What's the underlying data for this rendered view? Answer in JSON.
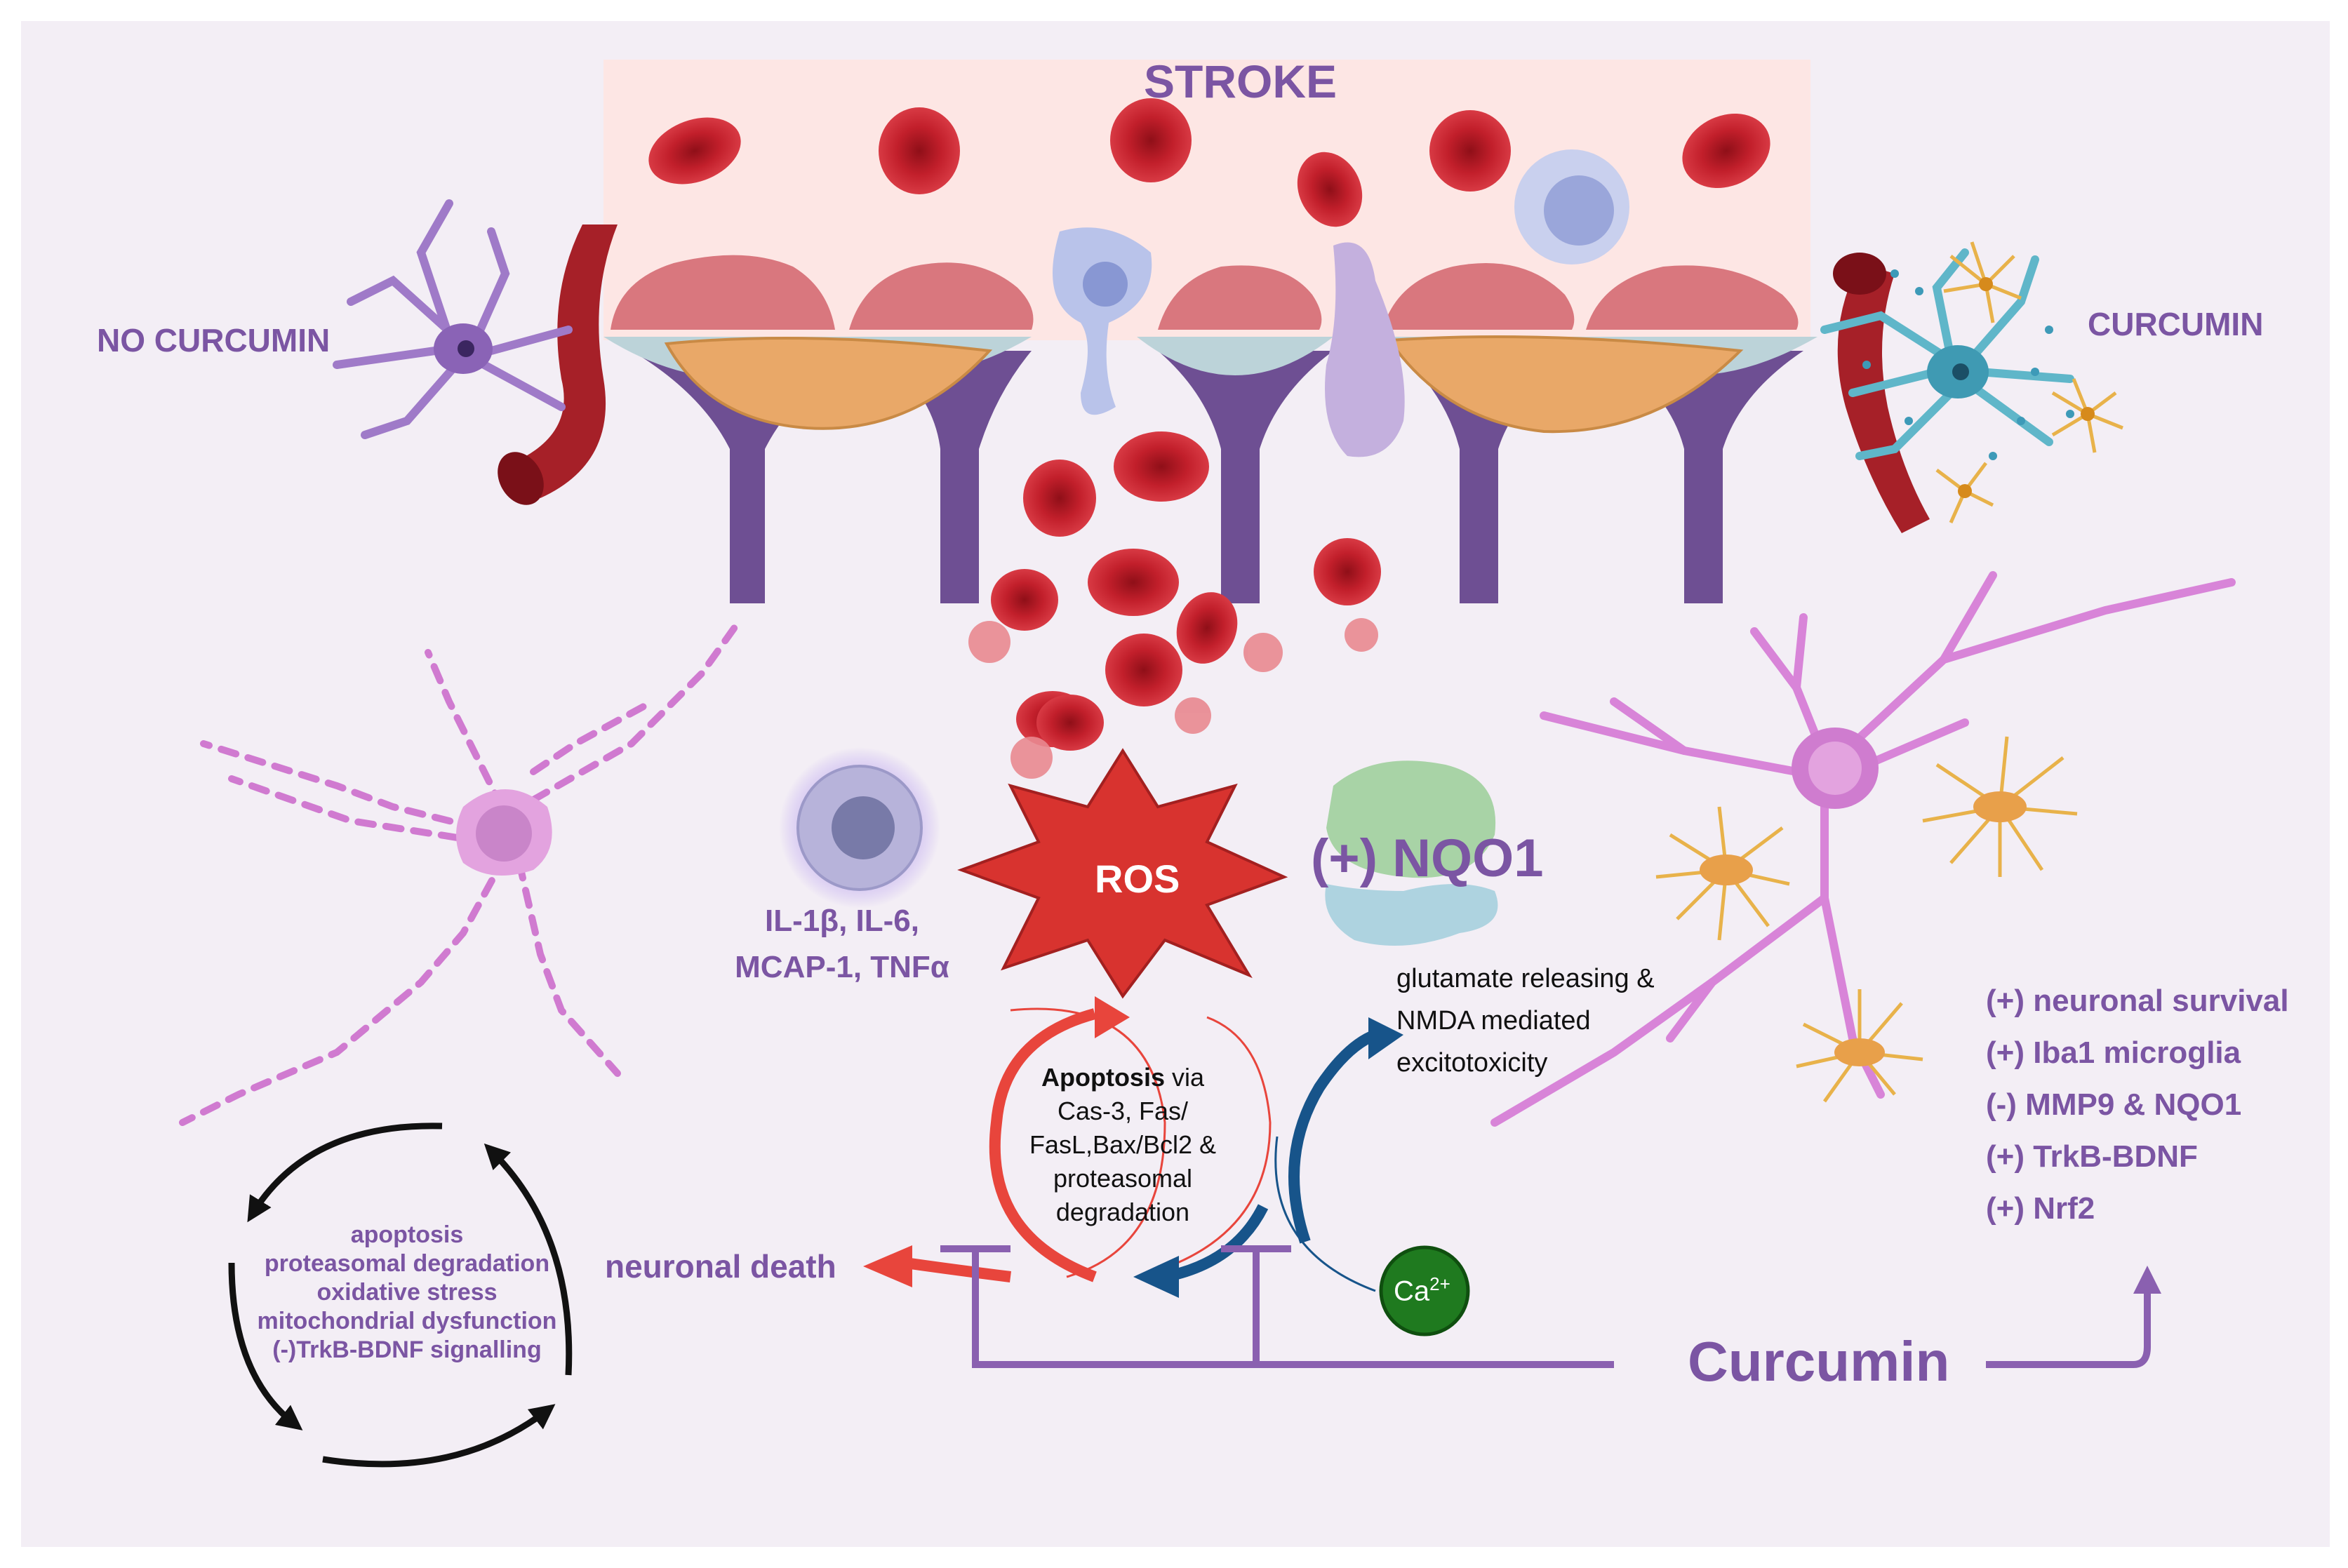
{
  "colors": {
    "background": "#f3eef5",
    "stroke_zone": "#fde6e4",
    "purple_text": "#7b55a3",
    "red_cell": "#c9202c",
    "arrow_red": "#e8453c",
    "arrow_blue": "#17548a",
    "calcium": "#1f7a1f",
    "neuron_pink": "#d07ad0",
    "astrocyte": "#e8b24a",
    "microglia_blue": "#5fb6c9"
  },
  "title": "STROKE",
  "left_label": "NO CURCUMIN",
  "right_label": "CURCUMIN",
  "ros": "ROS",
  "nqo1": "(+) NQO1",
  "cytokines": [
    "IL-1β, IL-6,",
    "MCAP-1, TNFα"
  ],
  "glutamate": [
    "glutamate releasing &",
    "NMDA mediated",
    "excitotoxicity"
  ],
  "apoptosis": {
    "bold": "Apoptosis",
    "rest": " via",
    "lines": [
      "Cas-3, Fas/",
      "FasL,Bax/Bcl2 &",
      "proteasomal",
      "degradation"
    ]
  },
  "neuronal_death": "neuronal death",
  "calcium": {
    "base": "Ca",
    "sup": "2+"
  },
  "cycle_items": [
    "apoptosis",
    "proteasomal degradation",
    "oxidative stress",
    "mitochondrial dysfunction",
    "(-)TrkB-BDNF signalling"
  ],
  "curcumin": "Curcumin",
  "effects": [
    "(+) neuronal survival",
    "(+) Iba1 microglia",
    "(-) MMP9 & NQO1",
    "(+) TrkB-BDNF",
    "(+) Nrf2"
  ],
  "icons": [
    "red-blood-cell-icon",
    "leukocyte-icon",
    "endothelial-cell-icon",
    "astrocyte-icon",
    "neuron-icon",
    "microglia-icon",
    "blood-vessel-icon",
    "calcium-ion-icon",
    "ros-burst-icon",
    "nqo1-protein-icon",
    "inhibition-icon"
  ]
}
